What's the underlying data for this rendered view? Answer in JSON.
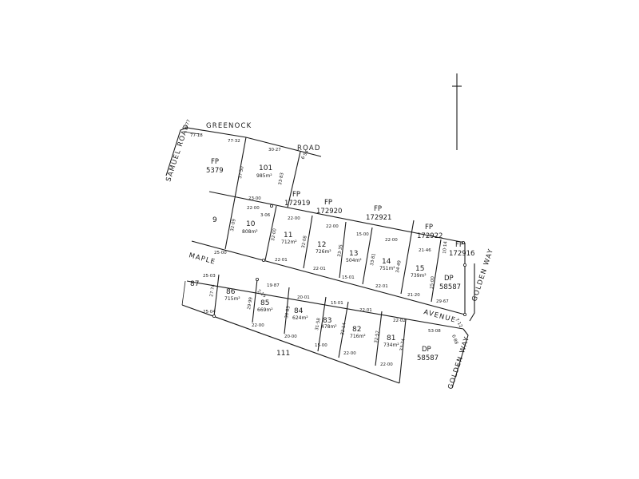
{
  "roads": {
    "greenock": "GREENOCK",
    "road": "ROAD",
    "samuel_road": "SAMUEL ROAD",
    "maple": "MAPLE",
    "avenue": "AVENUE",
    "golden_way_top": "GOLDEN WAY",
    "golden_way_bottom": "GOLDEN WAY"
  },
  "references": {
    "fp5379_a": "FP",
    "fp5379_b": "5379",
    "fp172919_a": "FP",
    "fp172919_b": "172919",
    "fp172920_a": "FP",
    "fp172920_b": "172920",
    "fp172921_a": "FP",
    "fp172921_b": "172921",
    "fp172922_a": "FP",
    "fp172922_b": "172922",
    "fp172916_a": "FP",
    "fp172916_b": "172916",
    "dp58587_top_a": "DP",
    "dp58587_top_b": "58587",
    "dp58587_bottom_a": "DP",
    "dp58587_bottom_b": "58587"
  },
  "adjacent_lots": {
    "lot9": "9",
    "lot87": "87",
    "lot111": "111"
  },
  "lots": [
    {
      "id": "101",
      "num": "101",
      "area": "985m²"
    },
    {
      "id": "10",
      "num": "10",
      "area": "808m²"
    },
    {
      "id": "11",
      "num": "11",
      "area": "712m²"
    },
    {
      "id": "12",
      "num": "12",
      "area": "726m²"
    },
    {
      "id": "13",
      "num": "13",
      "area": "504m²"
    },
    {
      "id": "14",
      "num": "14",
      "area": "751m²"
    },
    {
      "id": "15",
      "num": "15",
      "area": "739m²"
    },
    {
      "id": "86",
      "num": "86",
      "area": "715m²"
    },
    {
      "id": "85",
      "num": "85",
      "area": "669m²"
    },
    {
      "id": "84",
      "num": "84",
      "area": "624m²"
    },
    {
      "id": "83",
      "num": "83",
      "area": "478m²"
    },
    {
      "id": "82",
      "num": "82",
      "area": "716m²"
    },
    {
      "id": "81",
      "num": "81",
      "area": "734m²"
    }
  ],
  "dimensions": {
    "d01": "6·77",
    "d02": "77·18",
    "d03": "77·32",
    "d04": "30·27",
    "d05": "6·54",
    "d06": "37·50",
    "d07": "33·83",
    "d08": "23·00",
    "d09": "22·00",
    "d10": "3·06",
    "d11": "32·09",
    "d12": "32·00",
    "d13": "22·00",
    "d14": "32·08",
    "d15": "22·00",
    "d16": "33·35",
    "d17": "15·00",
    "d18": "22·00",
    "d19": "33·81",
    "d20": "34·49",
    "d21": "21·46",
    "d22": "10·14",
    "d23": "25·00",
    "d24": "22·01",
    "d25": "22·01",
    "d26": "15·01",
    "d27": "22·01",
    "d28": "21·20",
    "d29": "25·00",
    "d30": "29·67",
    "d31": "7·12",
    "d32": "25·03",
    "d33": "27·74",
    "d34": "2·15",
    "d35": "19·87",
    "d36": "29·99",
    "d37": "20·01",
    "d38": "30·83",
    "d39": "15·01",
    "d40": "31·58",
    "d41": "22·01",
    "d42": "32·14",
    "d43": "32·57",
    "d44": "22·02",
    "d45": "33·74",
    "d46": "53·08",
    "d47": "6·88",
    "d48": "25·04",
    "d49": "22·00",
    "d50": "20·00",
    "d51": "15·00",
    "d52": "22·00",
    "d53": "22·00"
  }
}
